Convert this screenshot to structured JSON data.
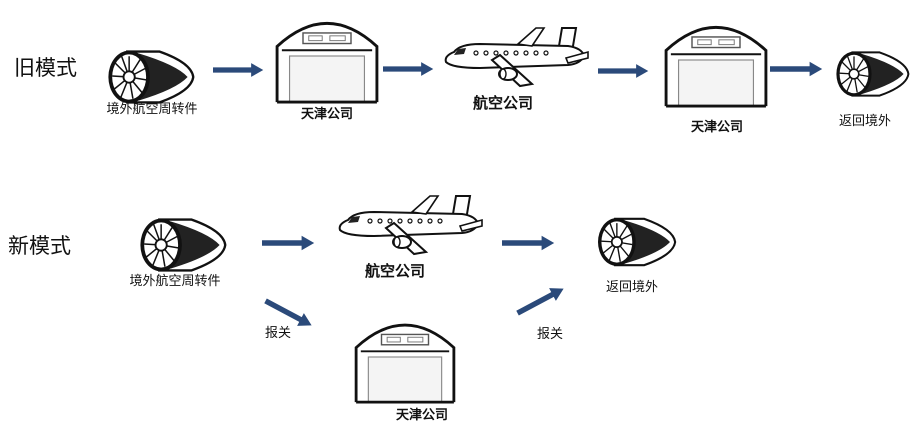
{
  "old_mode": {
    "label": "旧模式",
    "engine_start_caption": "境外航空周转件",
    "hangar1_caption": "天津公司",
    "plane_caption": "航空公司",
    "hangar2_caption": "天津公司",
    "engine_end_caption": "返回境外"
  },
  "new_mode": {
    "label": "新模式",
    "engine_start_caption": "境外航空周转件",
    "plane_caption": "航空公司",
    "engine_end_caption": "返回境外",
    "customs_left": "报关",
    "customs_right": "报关",
    "hangar_caption": "天津公司"
  },
  "colors": {
    "arrow": "#2b4a7a",
    "outline": "#111111"
  },
  "icons": {
    "engine": "jet-engine-icon",
    "hangar": "hangar-icon",
    "plane": "airplane-icon",
    "arrow": "arrow-right-icon"
  }
}
